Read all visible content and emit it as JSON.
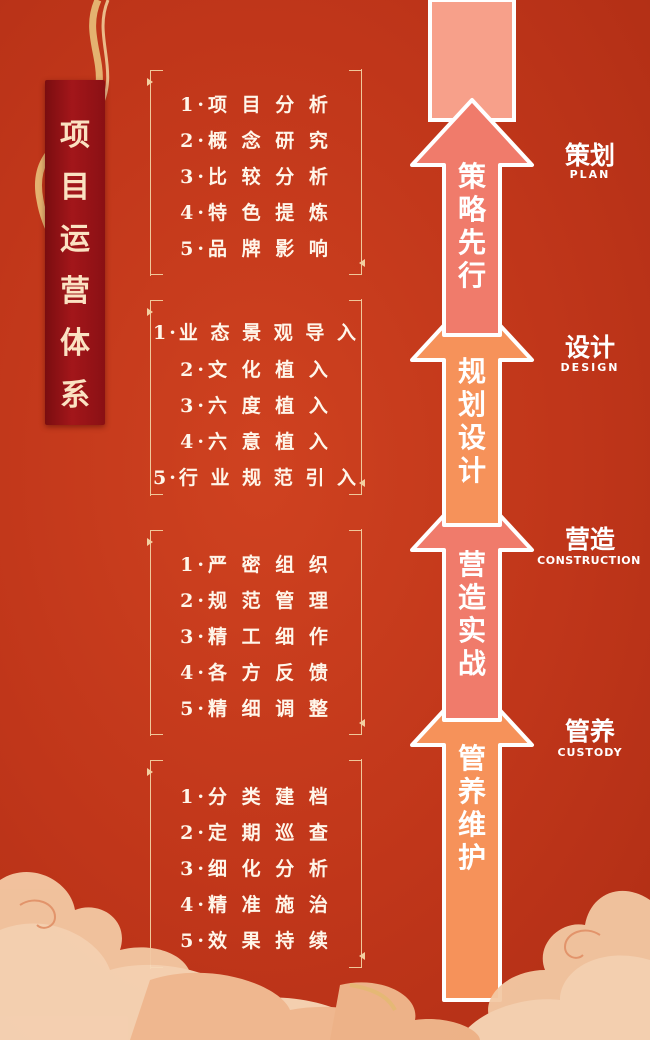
{
  "title_chars": [
    "项",
    "目",
    "运",
    "营",
    "体",
    "系"
  ],
  "groups": [
    {
      "items": [
        "1·项 目 分 析",
        "2·概 念 研 究",
        "3·比 较 分 析",
        "4·特 色 提 炼",
        "5·品 牌 影 响"
      ]
    },
    {
      "items": [
        "1·业 态 景 观 导 入",
        "2·文 化 植 入",
        "3·六 度 植 入",
        "4·六 意 植 入",
        "5·行 业 规 范 引 入"
      ]
    },
    {
      "items": [
        "1·严 密 组 织",
        "2·规 范 管 理",
        "3·精 工 细 作",
        "4·各 方 反 馈",
        "5·精 细 调 整"
      ]
    },
    {
      "items": [
        "1·分 类 建 档",
        "2·定 期 巡 查",
        "3·细 化 分 析",
        "4·精 准 施 治",
        "5·效 果 持 续"
      ]
    }
  ],
  "stages": [
    {
      "arrow_text": [
        "策",
        "略",
        "先",
        "行"
      ],
      "cn": "策划",
      "en": "PLAN",
      "color": "#f07b6b"
    },
    {
      "arrow_text": [
        "规",
        "划",
        "设",
        "计"
      ],
      "cn": "设计",
      "en": "DESIGN",
      "color": "#f6925a"
    },
    {
      "arrow_text": [
        "营",
        "造",
        "实",
        "战"
      ],
      "cn": "营造",
      "en": "CONSTRUCTION",
      "color": "#f07b6b"
    },
    {
      "arrow_text": [
        "管",
        "养",
        "维",
        "护"
      ],
      "cn": "管养",
      "en": "CUSTODY",
      "color": "#f6925a"
    }
  ],
  "colors": {
    "background": "#c0351b",
    "banner": "#9a1418",
    "gold": "#f0c89a",
    "text_light": "#fff6ea"
  }
}
